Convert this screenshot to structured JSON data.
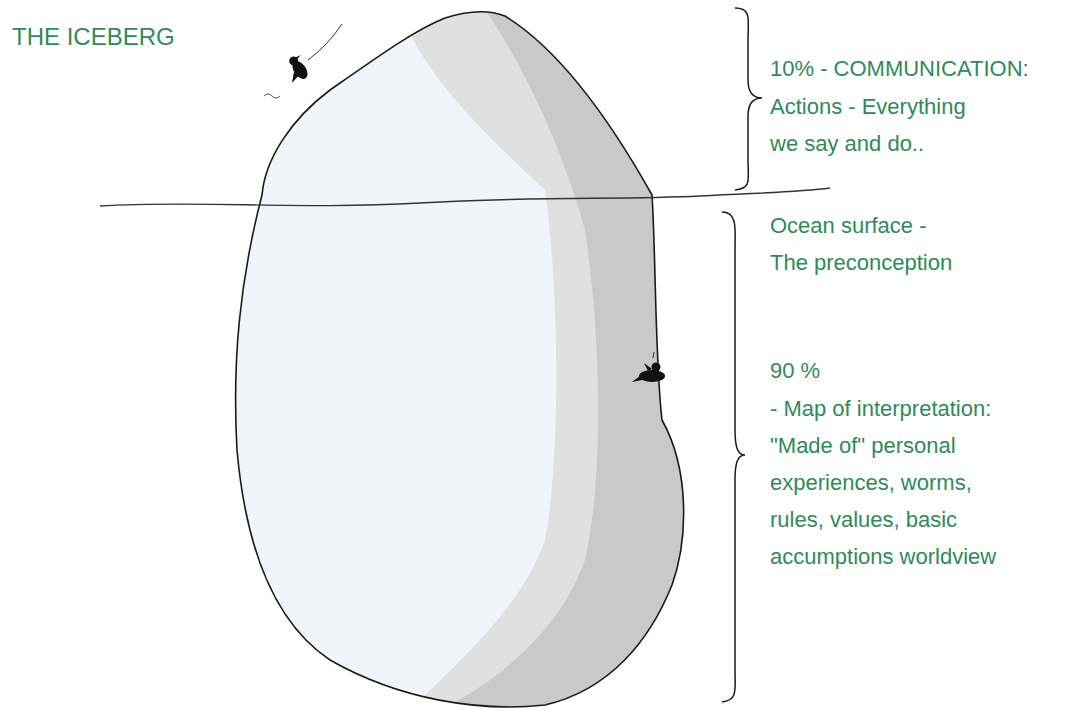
{
  "diagram": {
    "title": "THE ICEBERG",
    "labels": [
      "10% - COMMUNICATION:",
      "Actions - Everything we say and do..",
      "Ocean surface - The preconception",
      "90 %",
      "- Map of interpretation: \"Made of\" personal experiences, worms, rules, values, basic accumptions worldview"
    ]
  }
}
